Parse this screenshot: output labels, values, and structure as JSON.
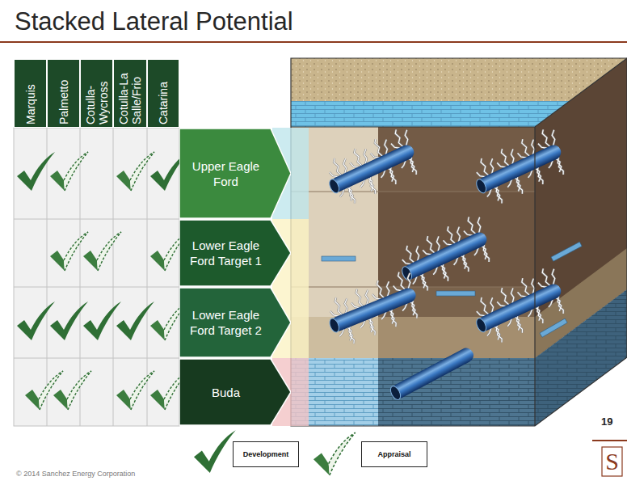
{
  "diagram": {
    "title": "Stacked Lateral Potential",
    "nodes": [
      {
        "text": [
          "Marquis"
        ]
      },
      {
        "text": [
          "Palmetto"
        ]
      },
      {
        "text": [
          "Cotulla- Wycross"
        ]
      },
      {
        "text": [
          "Cotulla-La Salle/Frio"
        ]
      },
      {
        "text": [
          "Catarina"
        ]
      },
      {
        "text": [
          "Upper Eagle Ford"
        ]
      },
      {
        "text": [
          "Lower Eagle Ford Target 1"
        ]
      },
      {
        "text": [
          "Lower Eagle Ford Target 2"
        ]
      },
      {
        "text": [
          "Buda"
        ]
      }
    ],
    "labels": [
      "19",
      "© 2014 Sanchez Energy Corporation",
      "S"
    ],
    "legend": [
      {
        "text": "Development"
      },
      {
        "text": "Appraisal"
      }
    ]
  }
}
